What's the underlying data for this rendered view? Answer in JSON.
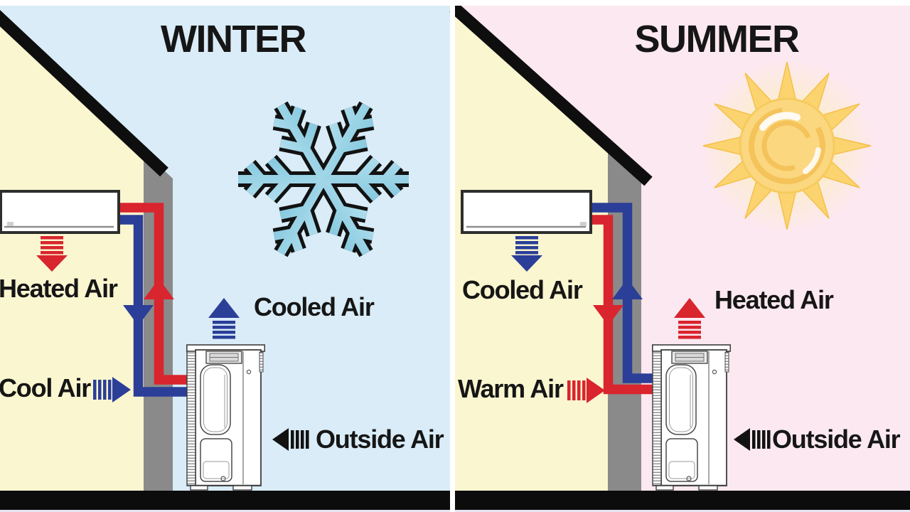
{
  "panels": {
    "winter": {
      "title": "WINTER",
      "season_icon": "snowflake-icon",
      "background_color": "#d9ecf8",
      "labels": {
        "indoor_supply": "Heated Air",
        "indoor_return": "Cool Air",
        "outdoor_exhaust": "Cooled Air",
        "outdoor_intake": "Outside Air"
      }
    },
    "summer": {
      "title": "SUMMER",
      "season_icon": "sun-icon",
      "background_color": "#fce8f0",
      "labels": {
        "indoor_supply": "Cooled Air",
        "indoor_return": "Warm Air",
        "outdoor_exhaust": "Heated Air",
        "outdoor_intake": "Outside Air"
      }
    }
  },
  "colors": {
    "hot_line": "#d9252e",
    "cold_line": "#2b3e98",
    "house_interior": "#faf6d0",
    "wall": "#8a8a8a",
    "roof": "#0e0e0e",
    "ground": "#0c0c0c"
  }
}
